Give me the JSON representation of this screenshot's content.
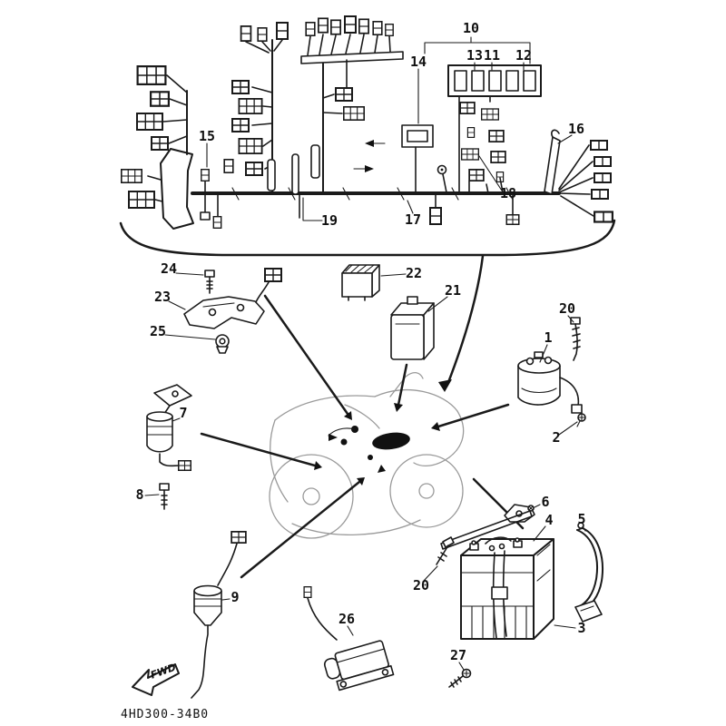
{
  "diagram": {
    "title": "motorcycle-electrical-parts-diagram",
    "code": "4HD300-34B0",
    "fwd_label": "FWD",
    "colors": {
      "ink": "#1a1a1a",
      "sketch": "#9a9a9a"
    }
  },
  "callouts": [
    {
      "label": "10"
    },
    {
      "label": "13"
    },
    {
      "label": "11"
    },
    {
      "label": "12"
    },
    {
      "label": "14"
    },
    {
      "label": "15"
    },
    {
      "label": "16"
    },
    {
      "label": "17"
    },
    {
      "label": "18"
    },
    {
      "label": "19"
    },
    {
      "label": "20"
    },
    {
      "label": "21"
    },
    {
      "label": "22"
    },
    {
      "label": "23"
    },
    {
      "label": "24"
    },
    {
      "label": "25"
    },
    {
      "label": "1"
    },
    {
      "label": "2"
    },
    {
      "label": "3"
    },
    {
      "label": "4"
    },
    {
      "label": "5"
    },
    {
      "label": "6"
    },
    {
      "label": "7"
    },
    {
      "label": "8"
    },
    {
      "label": "9"
    },
    {
      "label": "20"
    },
    {
      "label": "26"
    },
    {
      "label": "27"
    }
  ]
}
